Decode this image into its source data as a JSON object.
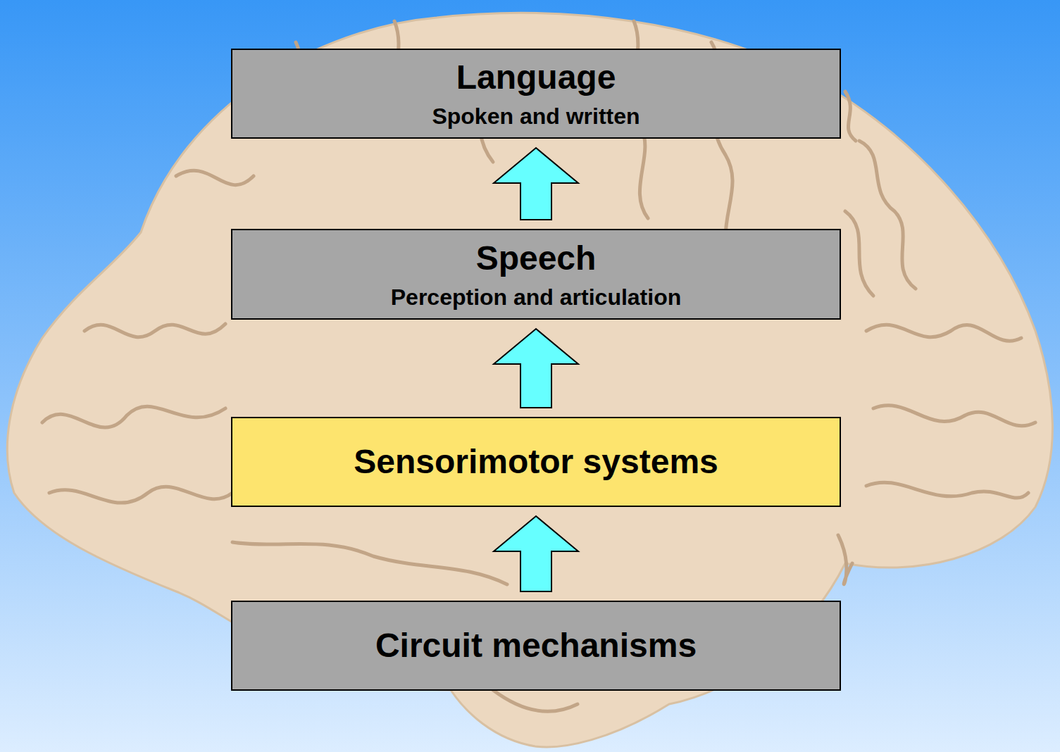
{
  "diagram": {
    "nodes": [
      {
        "text": [
          "Language",
          "Spoken and written"
        ]
      },
      {
        "text": [
          "Speech",
          "Perception and articulation"
        ]
      },
      {
        "text": [
          "Sensorimotor systems"
        ]
      },
      {
        "text": [
          "Circuit mechanisms"
        ]
      }
    ],
    "edges": [
      {
        "from": 3,
        "to": 2,
        "arrow": "to"
      },
      {
        "from": 2,
        "to": 1,
        "arrow": "to"
      },
      {
        "from": 1,
        "to": 0,
        "arrow": "to"
      }
    ]
  }
}
